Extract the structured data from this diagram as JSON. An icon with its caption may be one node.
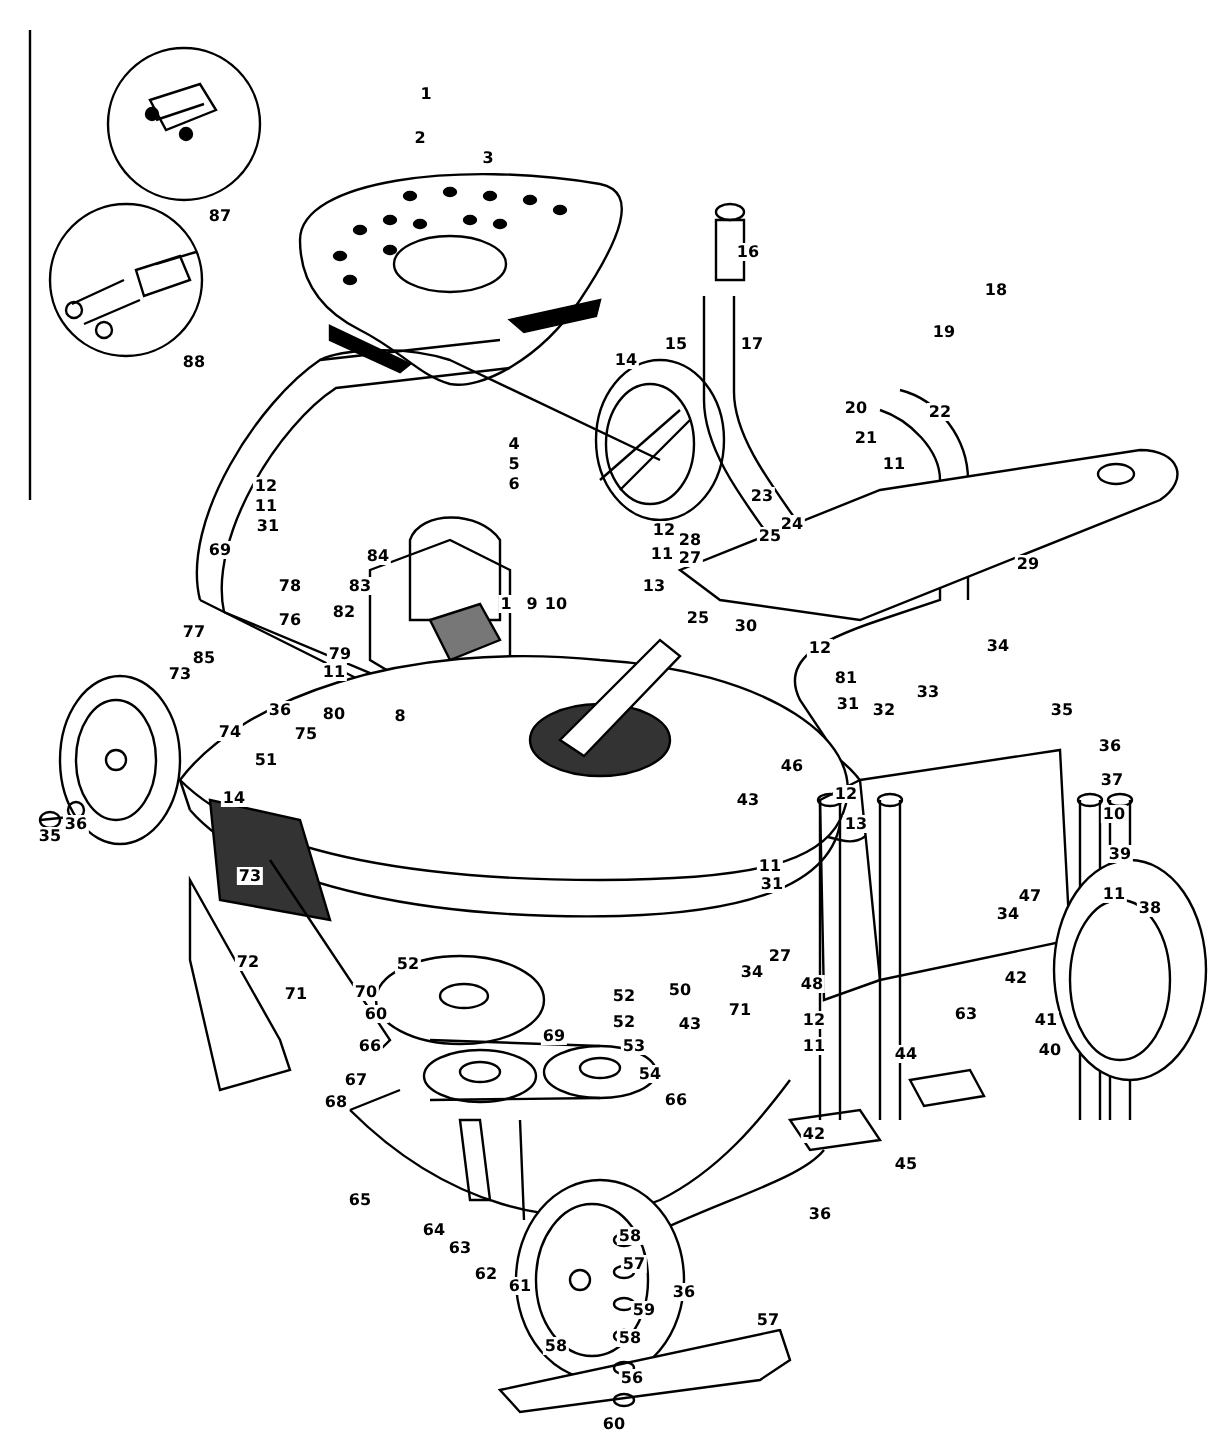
{
  "diagram": {
    "labels": [
      "1",
      "2",
      "3",
      "87",
      "16",
      "18",
      "88",
      "19",
      "15",
      "17",
      "14",
      "20",
      "22",
      "21",
      "11",
      "4",
      "5",
      "6",
      "12",
      "23",
      "11",
      "31",
      "12",
      "28",
      "27",
      "25",
      "24",
      "69",
      "11",
      "84",
      "29",
      "13",
      "78",
      "83",
      "1",
      "9",
      "10",
      "82",
      "25",
      "76",
      "30",
      "77",
      "12",
      "34",
      "81",
      "79",
      "85",
      "73",
      "11",
      "33",
      "31",
      "32",
      "35",
      "80",
      "8",
      "36",
      "75",
      "74",
      "36",
      "51",
      "46",
      "37",
      "14",
      "43",
      "12",
      "10",
      "13",
      "35",
      "36",
      "39",
      "11",
      "73",
      "31",
      "11",
      "47",
      "34",
      "38",
      "27",
      "72",
      "34",
      "48",
      "42",
      "52",
      "71",
      "70",
      "52",
      "50",
      "71",
      "60",
      "63",
      "52",
      "43",
      "12",
      "41",
      "69",
      "53",
      "11",
      "66",
      "40",
      "44",
      "54",
      "67",
      "66",
      "68",
      "42",
      "45",
      "65",
      "36",
      "64",
      "58",
      "63",
      "57",
      "62",
      "61",
      "36",
      "59",
      "58",
      "57",
      "58",
      "56",
      "60"
    ]
  }
}
